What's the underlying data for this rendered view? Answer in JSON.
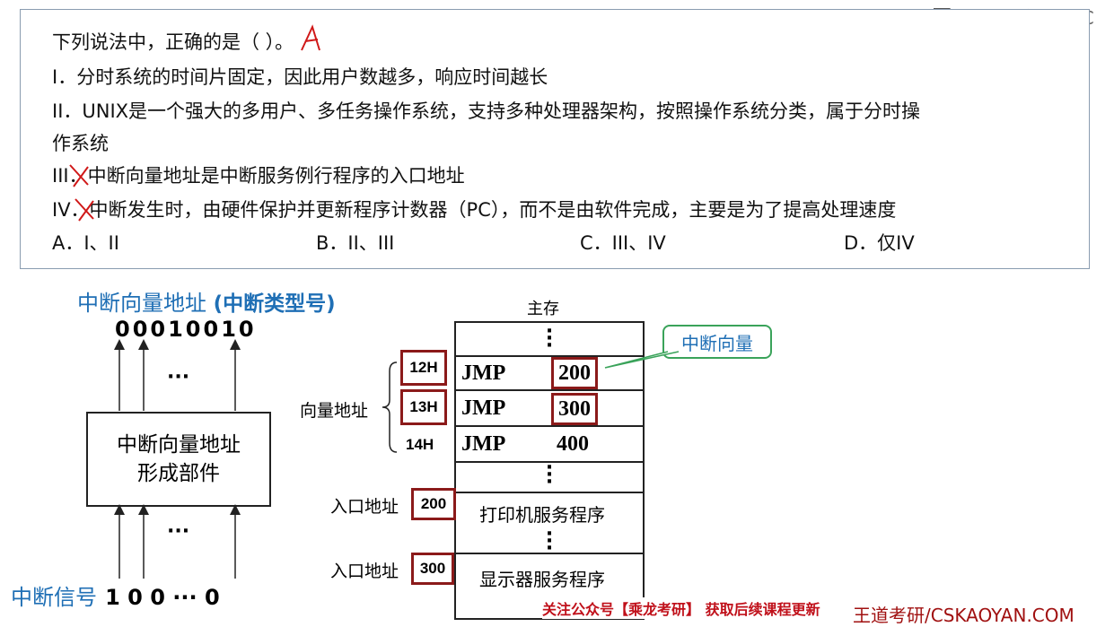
{
  "branding": {
    "mooc": "中国大学MOOC",
    "footer_notice": "关注公众号【乘龙考研】 获取后续课程更新",
    "footer_site": "王道考研/CSKAOYAN.COM"
  },
  "question": {
    "stem": "下列说法中，正确的是（ ）。",
    "answer_mark": "A",
    "items": [
      "I．分时系统的时间片固定，因此用户数越多，响应时间越长",
      "II．UNIX是一个强大的多用户、多任务操作系统，支持多种处理器架构，按照操作系统分类，属于分时操",
      "作系统",
      "III．中断向量地址是中断服务例行程序的入口地址",
      "IV．中断发生时，由硬件保护并更新程序计数器（PC），而不是由软件完成，主要是为了提高处理速度"
    ],
    "options": [
      "A．I、II",
      "B．II、III",
      "C．III、IV",
      "D．仅IV"
    ]
  },
  "diagram": {
    "vector_addr_title": "中断向量地址",
    "vector_type_title": "(中断类型号)",
    "vector_bits": "00010010",
    "unit_label_1": "中断向量地址",
    "unit_label_2": "形成部件",
    "signal_label": "中断信号",
    "signal_bits": "1 0 0 ··· 0",
    "ellipsis": "···",
    "memory_title": "主存",
    "callout": "中断向量",
    "vector_addr_label": "向量地址",
    "entry_label": "入口地址",
    "rows": [
      {
        "addr": "12H",
        "op": "JMP",
        "target": "200"
      },
      {
        "addr": "13H",
        "op": "JMP",
        "target": "300"
      },
      {
        "addr": "14H",
        "op": "JMP",
        "target": "400"
      }
    ],
    "entries": [
      {
        "addr": "200",
        "program": "打印机服务程序"
      },
      {
        "addr": "300",
        "program": "显示器服务程序"
      }
    ]
  },
  "colors": {
    "accent_red": "#8b1a1a",
    "blue": "#1f6fb5",
    "callout_green": "#3aa35a",
    "footer_red": "#c0101a"
  }
}
